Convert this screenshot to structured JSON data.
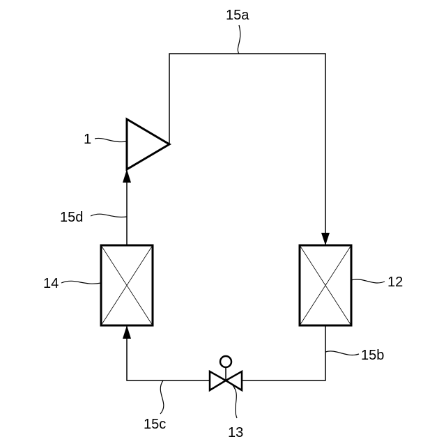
{
  "labels": {
    "pipe_a": "15a",
    "pipe_b": "15b",
    "pipe_c": "15c",
    "pipe_d": "15d",
    "compressor": "1",
    "heat_exchanger_right": "12",
    "expansion_valve": "13",
    "heat_exchanger_left": "14"
  },
  "icons": {
    "compressor": "triangle-compressor-icon",
    "heat_exchanger": "crossed-box-icon",
    "expansion_valve": "bowtie-valve-icon",
    "flow_arrow": "arrowhead-icon"
  }
}
